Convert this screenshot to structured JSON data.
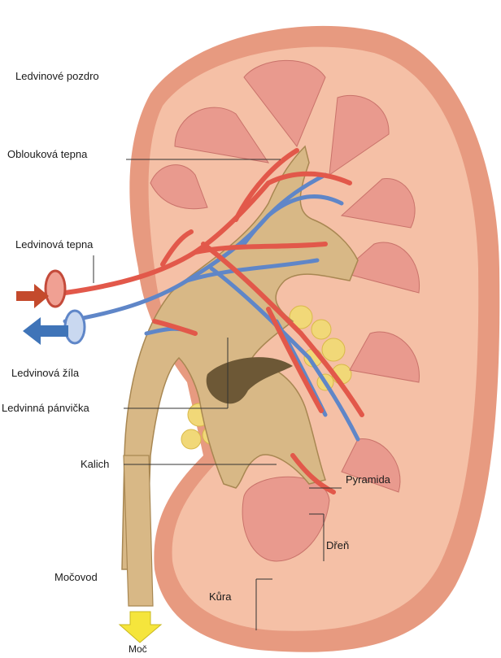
{
  "diagram": {
    "labels": {
      "capsule": "Ledvinové pozdro",
      "arcuate_artery": "Oblouková tepna",
      "renal_artery": "Ledvinová tepna",
      "renal_vein": "Ledvinová žíla",
      "renal_pelvis": "Ledvinná pánvička",
      "calyx": "Kalich",
      "pyramid": "Pyramida",
      "medulla": "Dřeň",
      "ureter": "Močovod",
      "cortex": "Kůra",
      "urine": "Moč"
    },
    "colors": {
      "outer_tissue": "#e79a80",
      "cortex": "#f5c0a6",
      "pyramid": "#e99a8e",
      "pelvis": "#d8b886",
      "fat": "#f1d878",
      "artery": "#e2584a",
      "vein": "#5f86c8",
      "arrow_in": "#c44a2c",
      "arrow_out": "#3f74b8",
      "urine_arrow": "#f5e53c"
    }
  }
}
